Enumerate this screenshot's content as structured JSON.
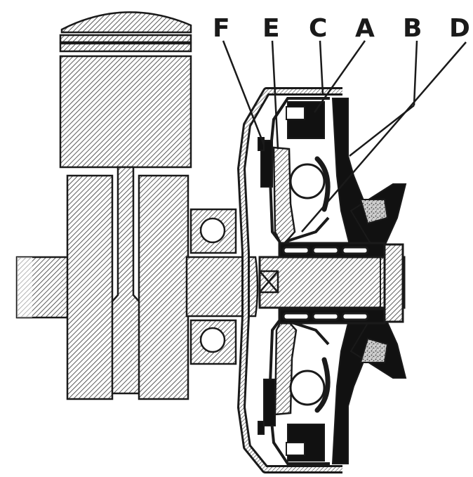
{
  "labels": {
    "f": "F",
    "e": "E",
    "c": "C",
    "a": "A",
    "b": "B",
    "d": "D"
  },
  "colors": {
    "ink": "#1a1a1a",
    "paper": "#ffffff",
    "hatch": "#333333",
    "dark_part": "#111111",
    "speckle": "#555555"
  }
}
